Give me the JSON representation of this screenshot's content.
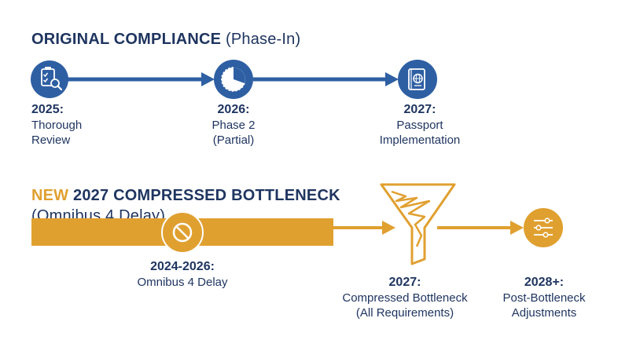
{
  "original": {
    "heading_bold": "ORIGINAL COMPLIANCE",
    "heading_rest": " (Phase-In)",
    "milestones": [
      {
        "year": "2025:",
        "line1": "Thorough",
        "line2": "Review",
        "icon": "checklist-search-icon"
      },
      {
        "year": "2026:",
        "line1": "Phase 2",
        "line2": "(Partial)",
        "icon": "partial-pie-icon"
      },
      {
        "year": "2027:",
        "line1": "Passport",
        "line2": "Implementation",
        "icon": "passport-icon"
      }
    ],
    "color": "#2e5fa3"
  },
  "new": {
    "heading_new": "NEW",
    "heading_bold": " 2027 COMPRESSED BOTTLENECK",
    "heading_line2": "(Omnibus 4 Delay)",
    "milestones": [
      {
        "year": "2024-2026:",
        "line1": "Omnibus 4 Delay",
        "icon": "no-entry-icon"
      },
      {
        "year": "2027:",
        "line1": "Compressed Bottleneck",
        "line2": "(All Requirements)",
        "icon": "funnel-icon"
      },
      {
        "year": "2028+:",
        "line1": "Post-Bottleneck",
        "line2": "Adjustments",
        "icon": "sliders-icon"
      }
    ],
    "color": "#e0a030"
  },
  "colors": {
    "navy": "#1f3560",
    "blue": "#2e5fa3",
    "gold": "#e0a030"
  }
}
